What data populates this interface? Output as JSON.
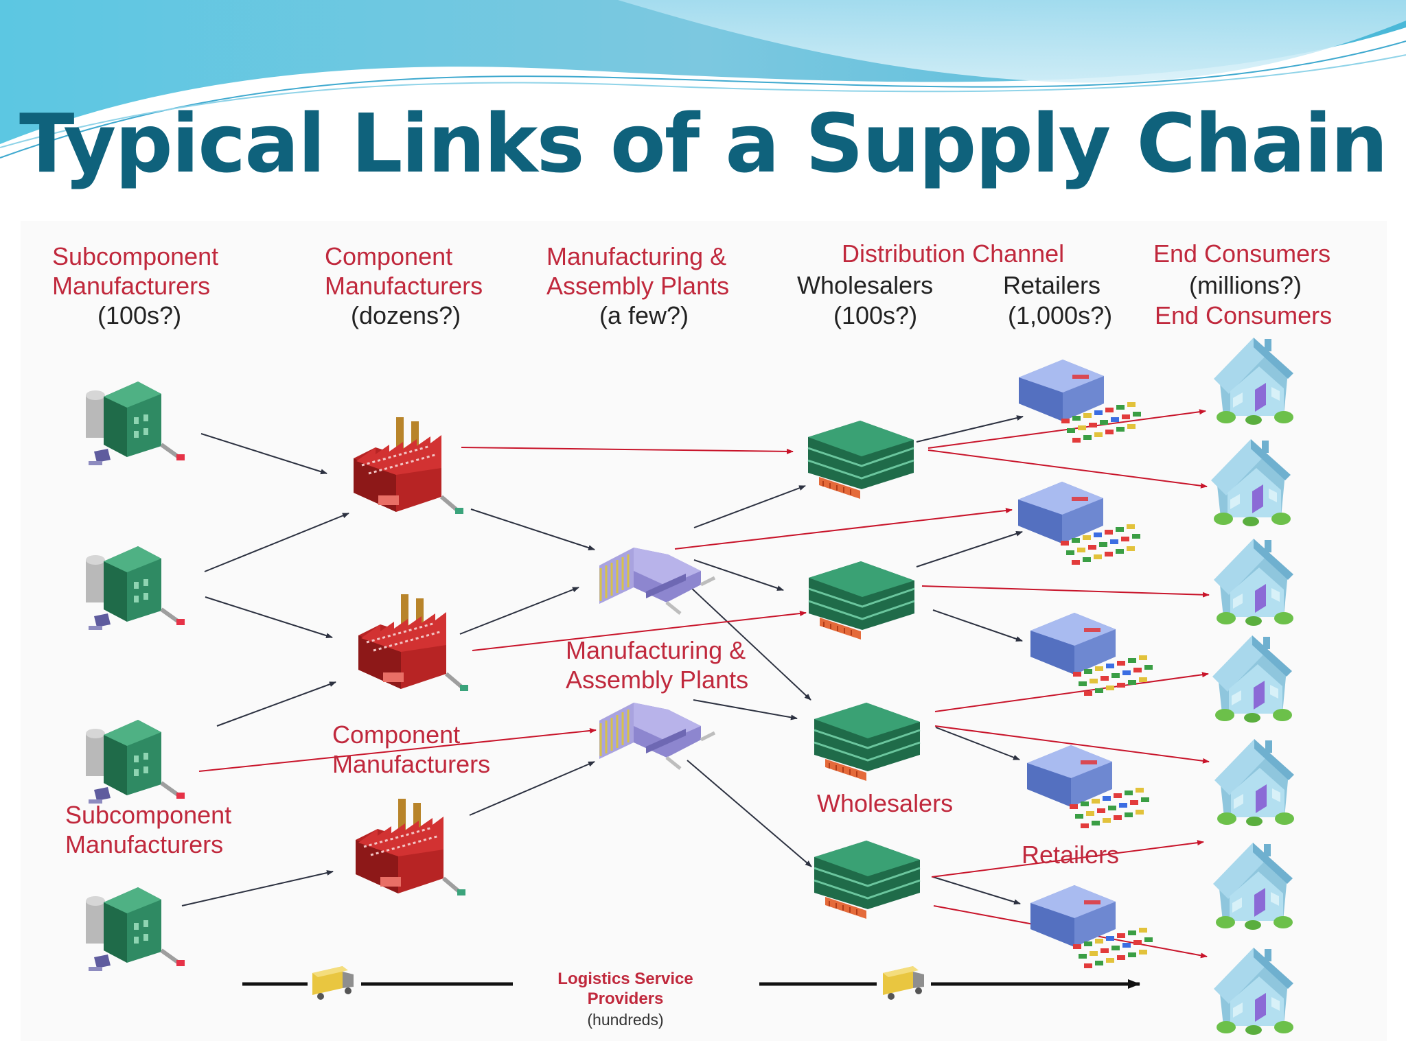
{
  "title": "Typical Links of a Supply Chain",
  "colors": {
    "title": "#0f627c",
    "label_red": "#c0283c",
    "label_black": "#222222",
    "arrow_dark": "#2c3140",
    "arrow_red": "#c8142a",
    "factory_red": "#b72424",
    "warehouse_green": "#2f8a63",
    "plant_purple": "#8d86cf",
    "retail_blue": "#7b93db",
    "house_blue": "#8fc6dd"
  },
  "columns": [
    {
      "label": "Subcomponent\nManufacturers",
      "count": "(100s?)"
    },
    {
      "label": "Component\nManufacturers",
      "count": "(dozens?)"
    },
    {
      "label": "Manufacturing &\nAssembly Plants",
      "count": "(a few?)"
    },
    {
      "label": "Distribution Channel",
      "wholesalers": "Wholesalers",
      "wholesalers_count": "(100s?)",
      "retailers": "Retailers",
      "retailers_count": "(1,000s?)"
    },
    {
      "label": "End Consumers",
      "count": "(millions?)",
      "label_repeat": "End Consumers"
    }
  ],
  "inline_labels": {
    "subcomponent": "Subcomponent\nManufacturers",
    "component": "Component\nManufacturers",
    "plants": "Manufacturing &\nAssembly Plants",
    "wholesalers": "Wholesalers",
    "retailers": "Retailers"
  },
  "logistics": {
    "title": "Logistics Service\nProviders",
    "count": "(hundreds)"
  },
  "icons": {
    "subcomponent": "subcomponent-plant-icon",
    "component": "factory-icon",
    "plant": "assembly-plant-icon",
    "wholesaler": "warehouse-icon",
    "retailer": "retail-store-icon",
    "consumer": "house-icon",
    "truck": "truck-icon"
  }
}
